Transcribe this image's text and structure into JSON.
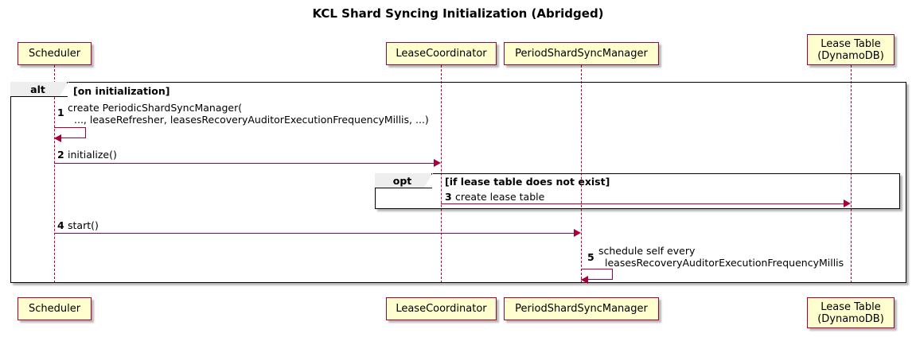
{
  "diagram": {
    "title": "KCL Shard Syncing Initialization (Abridged)",
    "type": "sequence-diagram",
    "colors": {
      "participant_fill": "#FEFECE",
      "participant_border": "#A80036",
      "arrow": "#A80036",
      "fragment_border": "#000000",
      "fragment_tab_fill": "#EEEEEE",
      "background": "#FFFFFF"
    }
  },
  "participants": [
    {
      "id": "scheduler",
      "label": "Scheduler"
    },
    {
      "id": "leasecoord",
      "label": "LeaseCoordinator"
    },
    {
      "id": "psm",
      "label": "PeriodShardSyncManager"
    },
    {
      "id": "leasetable",
      "label": "Lease Table\n(DynamoDB)"
    }
  ],
  "fragments": [
    {
      "id": "alt",
      "operator": "alt",
      "condition": "[on initialization]"
    },
    {
      "id": "opt",
      "operator": "opt",
      "condition": "[if lease table does not exist]"
    }
  ],
  "messages": [
    {
      "number": "1",
      "from": "scheduler",
      "to": "scheduler",
      "kind": "self",
      "line1": "create PeriodicShardSyncManager(",
      "line2": "..., leaseRefresher, leasesRecoveryAuditorExecutionFrequencyMillis, ...)"
    },
    {
      "number": "2",
      "from": "scheduler",
      "to": "leasecoord",
      "kind": "sync",
      "line1": "initialize()",
      "line2": ""
    },
    {
      "number": "3",
      "from": "leasecoord",
      "to": "leasetable",
      "kind": "sync",
      "line1": "create lease table",
      "line2": ""
    },
    {
      "number": "4",
      "from": "scheduler",
      "to": "psm",
      "kind": "sync",
      "line1": "start()",
      "line2": ""
    },
    {
      "number": "5",
      "from": "psm",
      "to": "psm",
      "kind": "self",
      "line1": "schedule self every",
      "line2": "leasesRecoveryAuditorExecutionFrequencyMillis"
    }
  ]
}
